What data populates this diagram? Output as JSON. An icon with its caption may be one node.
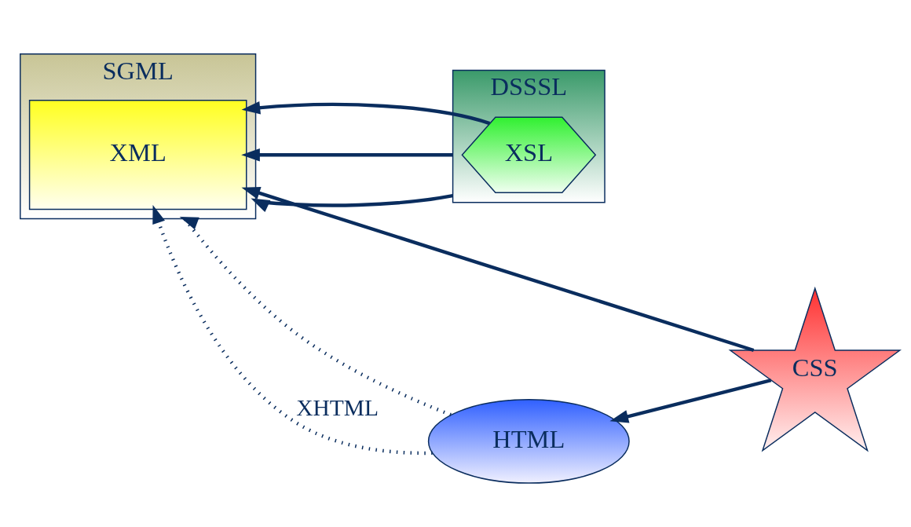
{
  "diagram": {
    "nodes": [
      {
        "text": [
          "SGML"
        ]
      },
      {
        "text": [
          "XML"
        ],
        "in": 0
      },
      {
        "text": [
          "DSSSL"
        ]
      },
      {
        "text": [
          "XSL"
        ],
        "in": 2
      },
      {
        "text": [
          "HTML"
        ]
      },
      {
        "text": [
          "CSS"
        ]
      }
    ],
    "edges": [
      {
        "from": 2,
        "to": 0,
        "arrow": "to"
      },
      {
        "from": 2,
        "to": 1,
        "arrow": "to"
      },
      {
        "from": 3,
        "to": 1,
        "arrow": "to"
      },
      {
        "from": 5,
        "to": 1,
        "arrow": "to"
      },
      {
        "from": 5,
        "to": 4,
        "arrow": "to"
      },
      {
        "from": 4,
        "to": 0,
        "arrow": "to",
        "style": "dashed"
      },
      {
        "from": 4,
        "to": 1,
        "arrow": "to",
        "style": "dashed",
        "label": "XHTML"
      }
    ]
  }
}
